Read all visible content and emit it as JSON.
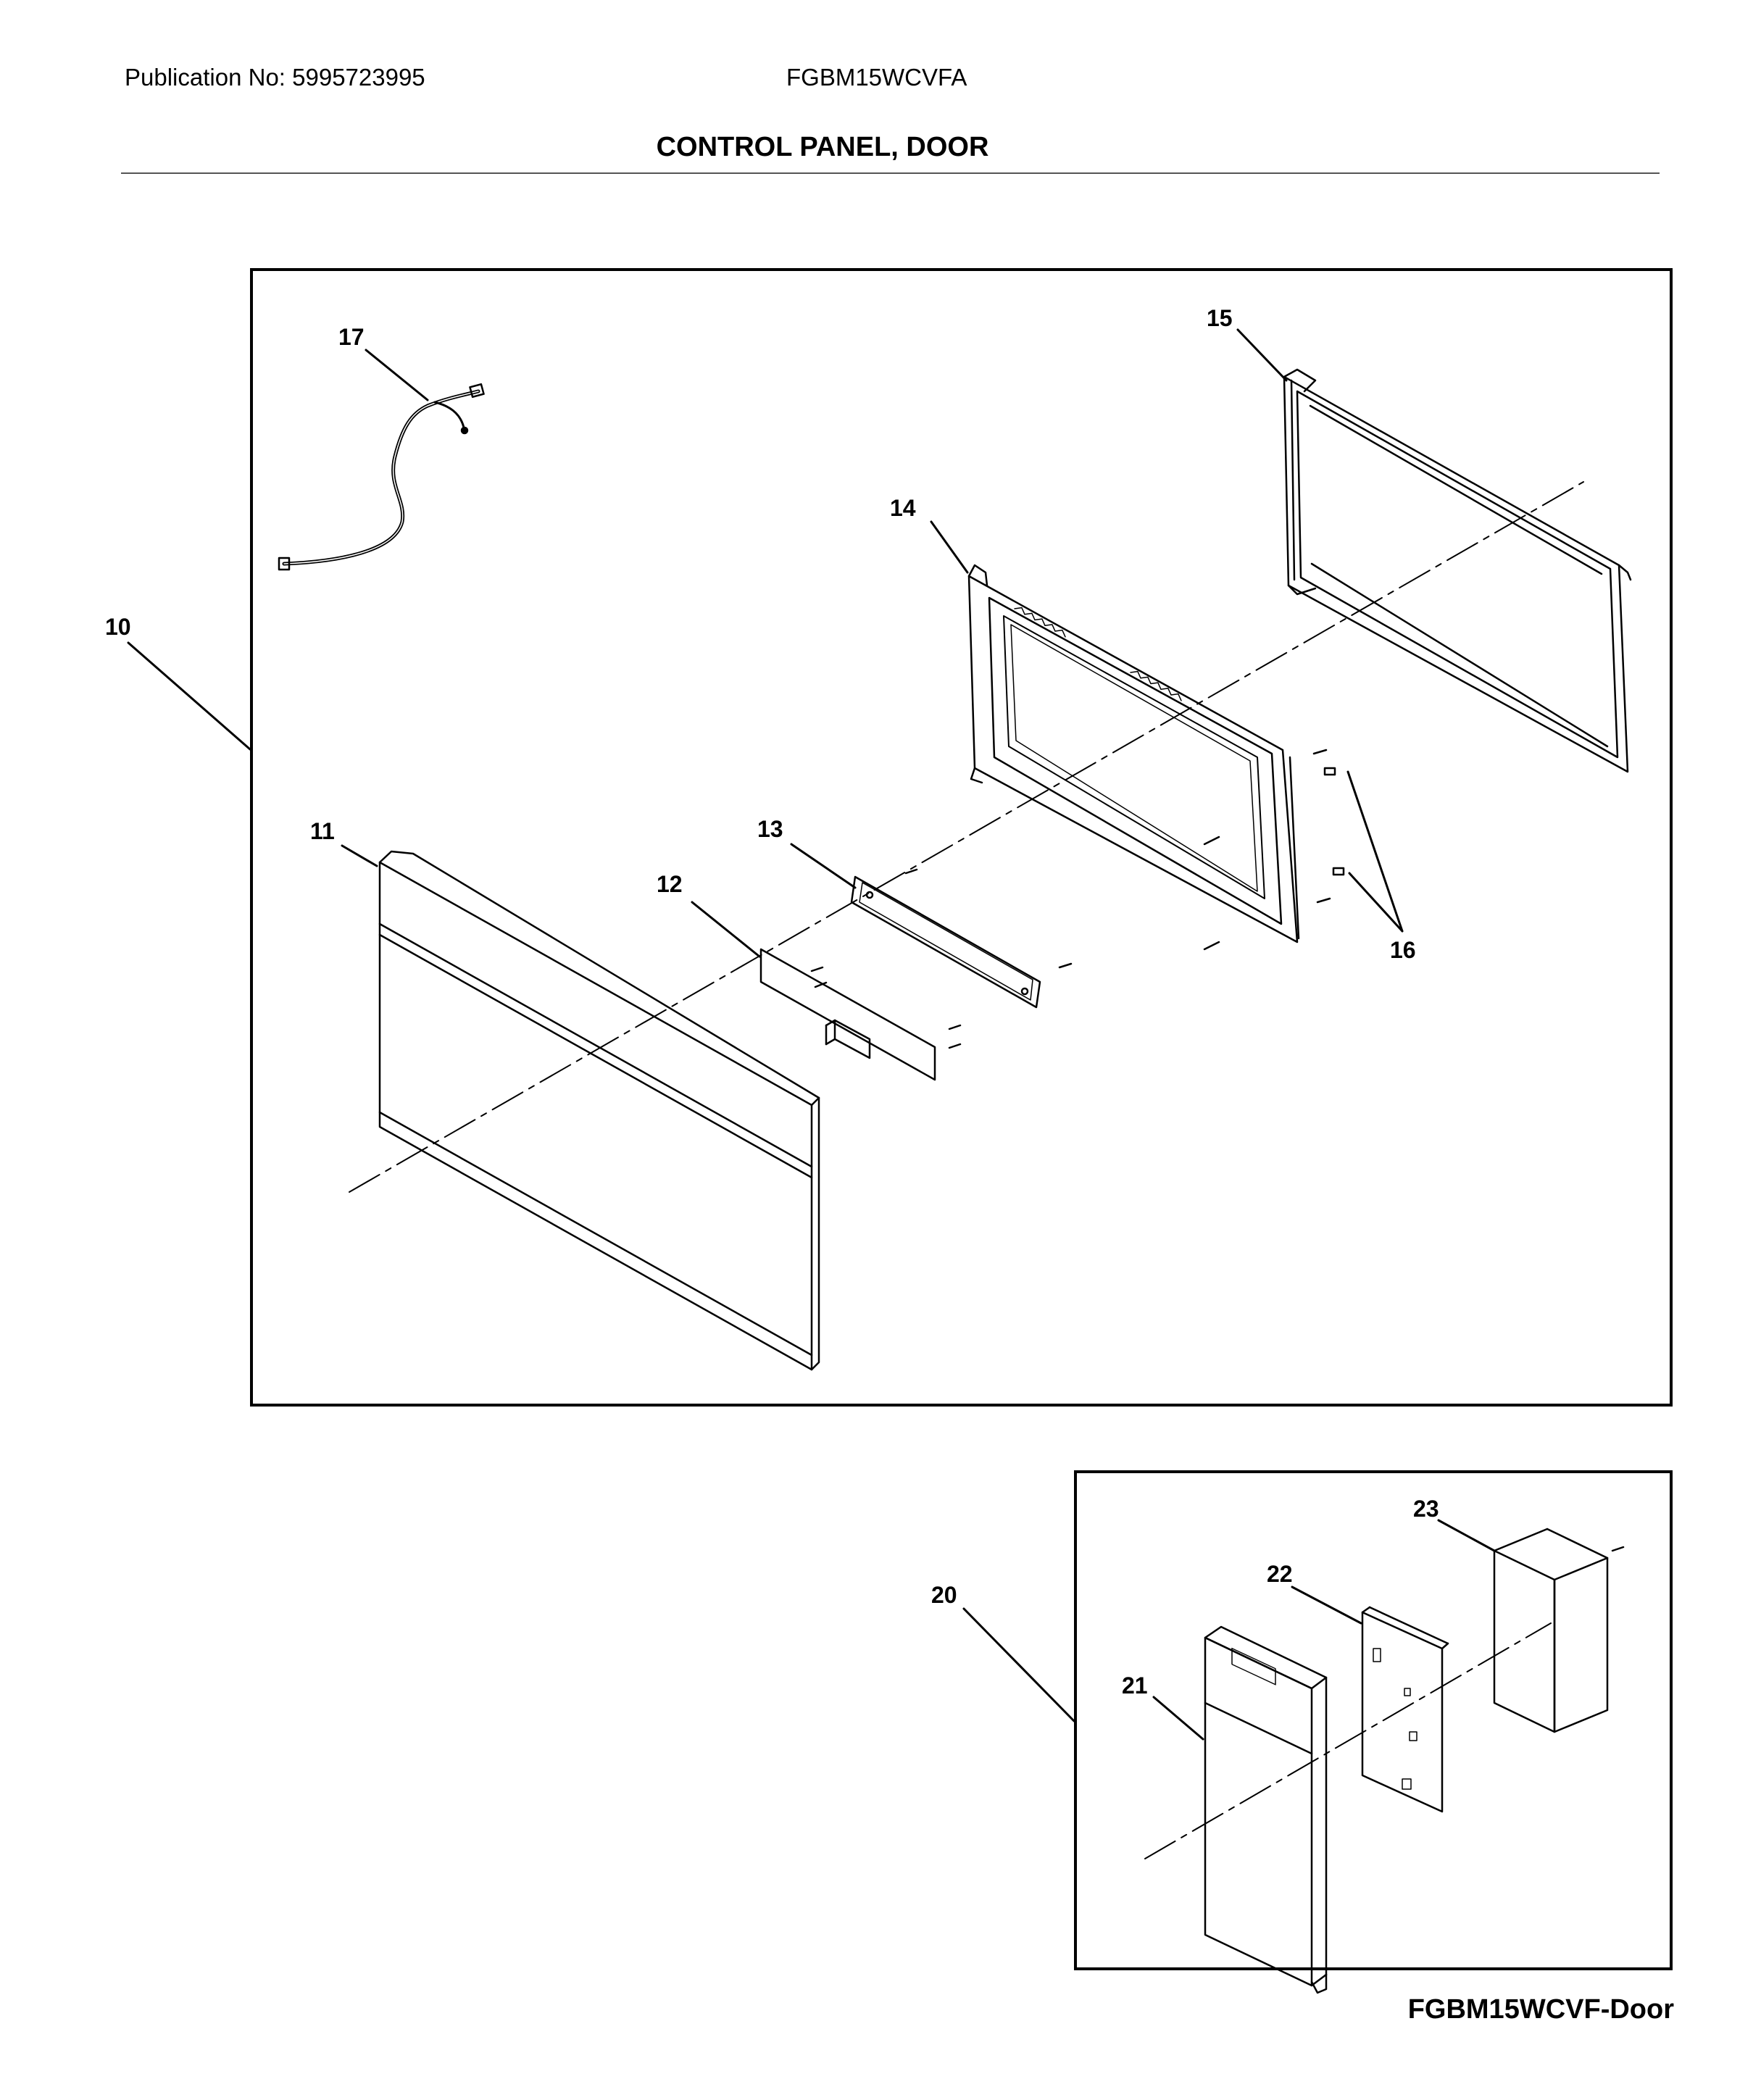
{
  "header": {
    "publication": "Publication No: 5995723995",
    "model": "FGBM15WCVFA",
    "title": "CONTROL PANEL, DOOR"
  },
  "callouts": {
    "c10": "10",
    "c11": "11",
    "c12": "12",
    "c13": "13",
    "c14": "14",
    "c15": "15",
    "c16": "16",
    "c17": "17",
    "c20": "20",
    "c21": "21",
    "c22": "22",
    "c23": "23"
  },
  "footer": {
    "caption": "FGBM15WCVF-Door"
  },
  "colors": {
    "line": "#000000",
    "background": "#ffffff"
  }
}
